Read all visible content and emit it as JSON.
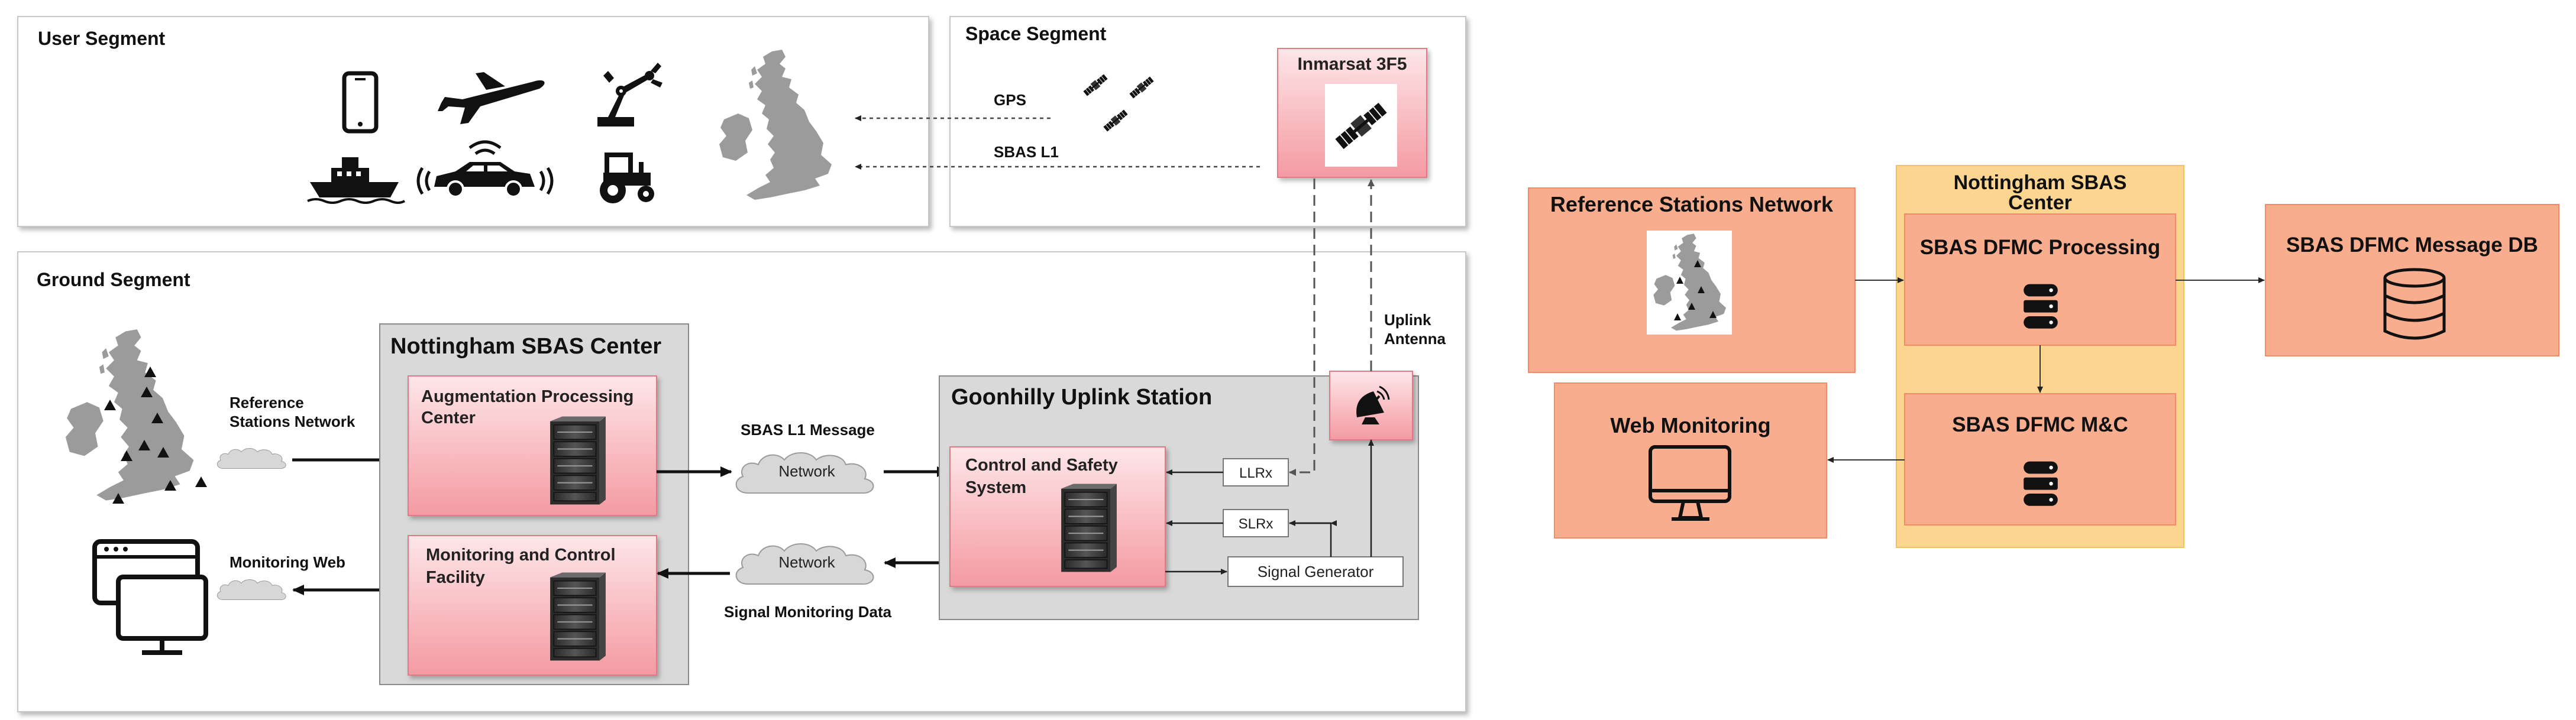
{
  "left": {
    "user_segment": {
      "title": "User Segment"
    },
    "space_segment": {
      "title": "Space Segment",
      "gps_label": "GPS",
      "sbas_l1_label": "SBAS L1",
      "satellite_box": {
        "title": "Inmarsat 3F5"
      }
    },
    "ground_segment": {
      "title": "Ground Segment",
      "reference_label": [
        "Reference",
        "Stations Network"
      ],
      "monitoring_web_label": "Monitoring Web",
      "uplink_antenna_label": [
        "Uplink",
        "Antenna"
      ],
      "nottingham": {
        "title": "Nottingham SBAS Center",
        "augmentation": [
          "Augmentation Processing",
          "Center"
        ],
        "monitoring": [
          "Monitoring and Control",
          "Facility"
        ]
      },
      "network_top": "Network",
      "network_bottom": "Network",
      "sbas_l1_message": "SBAS L1 Message",
      "signal_monitoring_data": "Signal Monitoring Data",
      "goonhilly": {
        "title": "Goonhilly Uplink Station",
        "control": [
          "Control and Safety",
          "System"
        ],
        "llrx": "LLRx",
        "slrx": "SLRx",
        "signal_generator": "Signal Generator"
      }
    }
  },
  "right": {
    "reference_stations": "Reference Stations Network",
    "nottingham_center": [
      "Nottingham SBAS",
      "Center"
    ],
    "dfmc_processing": "SBAS DFMC Processing",
    "dfmc_mc": "SBAS DFMC M&C",
    "message_db": "SBAS DFMC Message DB",
    "web_monitoring": "Web Monitoring"
  },
  "colors": {
    "segment_border": "#c8c8c8",
    "grey_panel": "#d9d9d9",
    "pink_box": "#f8b9bd",
    "salmon_box": "#f9ad8f",
    "yellow_panel": "#fcd591",
    "dark_icon": "#1a1a1a"
  }
}
